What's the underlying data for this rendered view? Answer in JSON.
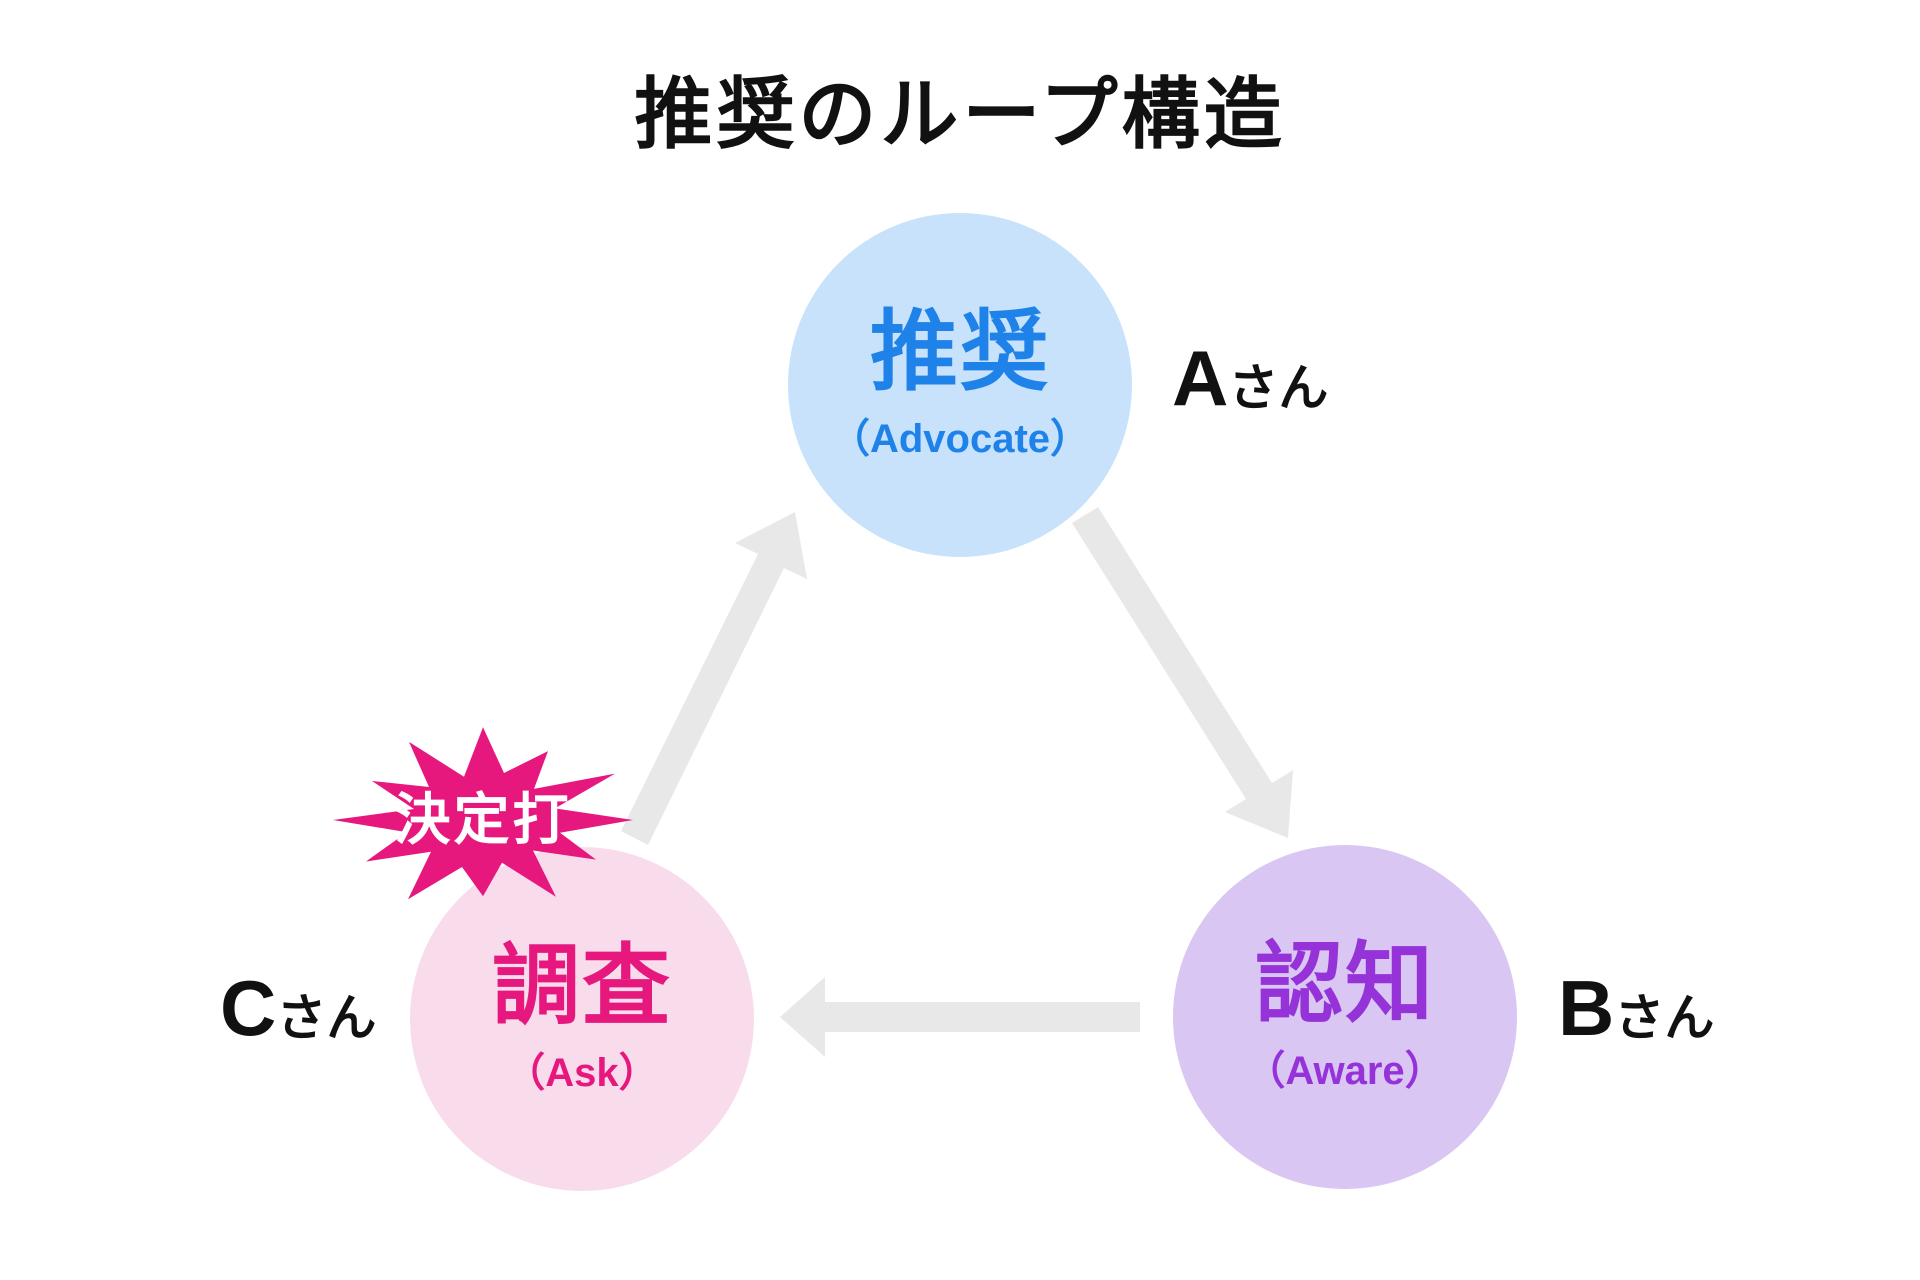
{
  "title": "推奨のループ構造",
  "diagram": {
    "type": "cycle-diagram",
    "background_color": "#FFFFFF",
    "arrow_color": "#E8E8E8",
    "flow": [
      "推奨 → 認知",
      "認知 → 調査",
      "調査 → 推奨"
    ]
  },
  "nodes": {
    "advocate": {
      "label": "推奨",
      "sub_label": "（Advocate）",
      "person_letter": "A",
      "person_suffix": "さん",
      "circle_color": "#C7E2FA",
      "text_color": "#1E82E8"
    },
    "aware": {
      "label": "認知",
      "sub_label": "（Aware）",
      "person_letter": "B",
      "person_suffix": "さん",
      "circle_color": "#D9C6F2",
      "text_color": "#9532D8"
    },
    "ask": {
      "label": "調査",
      "sub_label": "（Ask）",
      "person_letter": "C",
      "person_suffix": "さん",
      "circle_color": "#F9DCEC",
      "text_color": "#E6187E"
    }
  },
  "badge": {
    "label": "決定打",
    "background_color": "#E6187E",
    "text_color": "#FFFFFF"
  }
}
